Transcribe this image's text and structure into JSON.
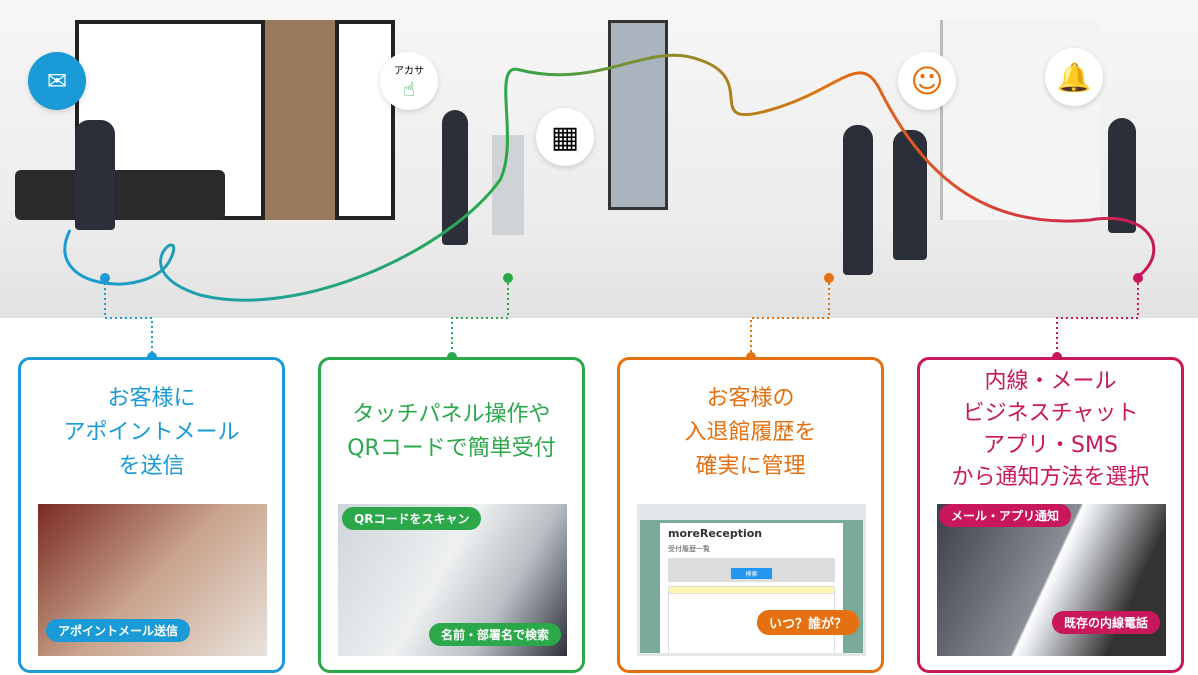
{
  "colors": {
    "blue": "#1a9bd7",
    "green": "#2aa84a",
    "orange": "#e5700f",
    "magenta": "#c8175a"
  },
  "scene": {
    "icons": [
      "mail-icon",
      "touch-panel-icon",
      "qr-code-icon",
      "smile-icon",
      "bell-icon"
    ],
    "touch_keys": "アカサ"
  },
  "cards": [
    {
      "title_lines": [
        "お客様に",
        "アポイントメール",
        "を送信"
      ],
      "tags": [
        "アポイントメール送信"
      ]
    },
    {
      "title_lines": [
        "タッチパネル操作や",
        "QRコードで簡単受付"
      ],
      "tags": [
        "QRコードをスキャン",
        "名前・部署名で検索"
      ]
    },
    {
      "title_lines": [
        "お客様の",
        "入退館履歴を",
        "確実に管理"
      ],
      "tags": [
        "いつ？誰が？"
      ],
      "screen": {
        "logo": "moreReception",
        "heading": "受付履歴一覧",
        "search_button": "検索"
      }
    },
    {
      "title_lines": [
        "内線・メール",
        "ビジネスチャット",
        "アプリ・SMS",
        "から通知方法を選択"
      ],
      "tags": [
        "メール・アプリ通知",
        "既存の内線電話"
      ]
    }
  ]
}
